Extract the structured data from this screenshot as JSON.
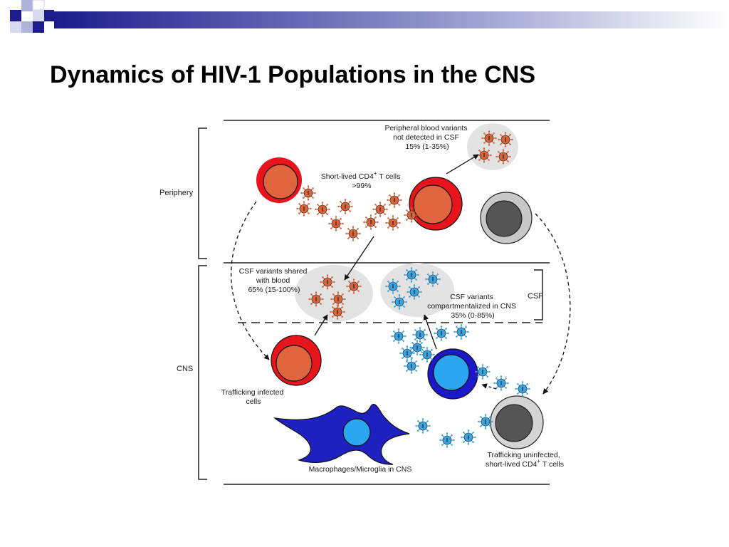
{
  "slide": {
    "title": "Dynamics of HIV-1 Populations in the CNS"
  },
  "diagram": {
    "regions": {
      "periphery": "Periphery",
      "cns": "CNS",
      "csf": "CSF"
    },
    "labels": {
      "peripheral_variants_line1": "Peripheral blood variants",
      "peripheral_variants_line2": "not detected in CSF",
      "peripheral_variants_pct": "15% (1-35%)",
      "short_lived_line1": "Short-lived CD4",
      "short_lived_sup": "+",
      "short_lived_line1_end": " T cells",
      "short_lived_pct": ">99%",
      "shared_line1": "CSF variants shared",
      "shared_line2": "with blood",
      "shared_pct": "65% (15-100%)",
      "compartment_line1": "CSF variants",
      "compartment_line2": "compartmentalized in CNS",
      "compartment_pct": "35% (0-85%)",
      "trafficking_infected_line1": "Trafficking infected",
      "trafficking_infected_line2": "cells",
      "macrophages": "Macrophages/Microglia in CNS",
      "uninfected_line1": "Trafficking uninfected,",
      "uninfected_line2a": "short-lived CD4",
      "uninfected_sup": "+",
      "uninfected_line2b": " T cells"
    },
    "colors": {
      "infected_cell_ring": "#e8141b",
      "infected_cell_core": "#e0643e",
      "virus_orange": "#d9633a",
      "virus_blue": "#3aa3e0",
      "compartment_cell_ring": "#1a18c8",
      "compartment_cell_core": "#2ba6f0",
      "uninfected_ring": "#c8c8c8",
      "uninfected_core": "#555555",
      "macrophage": "#1e20c0",
      "cluster_bg": "#e3e3e3",
      "header_dark": "#1c1c8c",
      "header_light": "#b0b4dc"
    }
  }
}
